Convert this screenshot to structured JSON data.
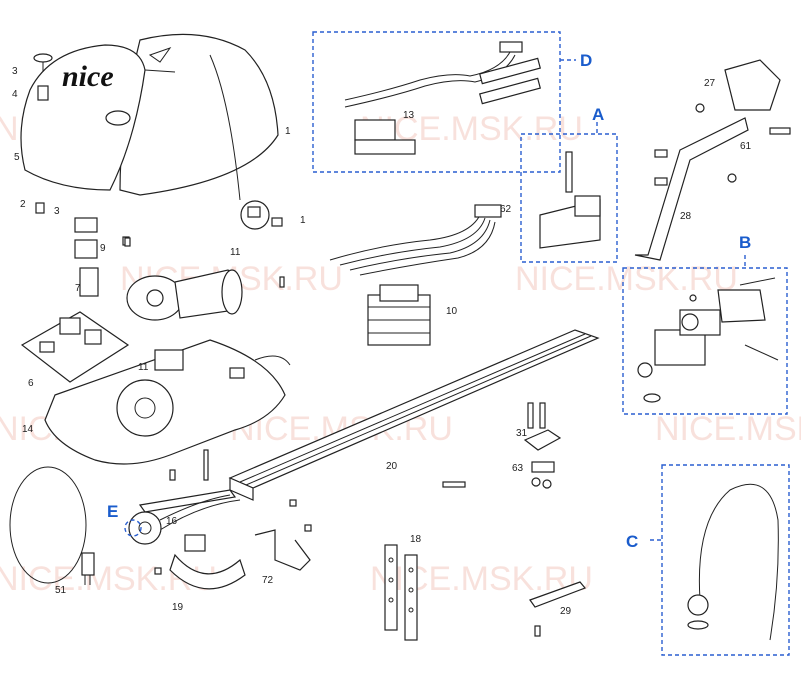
{
  "watermark": "NICE.MSK.RU",
  "logo_text": "nice",
  "group_labels": {
    "A": "A",
    "B": "B",
    "C": "C",
    "D": "D",
    "E": "E"
  },
  "part_labels": {
    "p1a": "1",
    "p1b": "1",
    "p2": "2",
    "p3a": "3",
    "p3b": "3",
    "p4": "4",
    "p5": "5",
    "p6": "6",
    "p7": "7",
    "p9": "9",
    "p10": "10",
    "p11a": "11",
    "p11b": "11",
    "p13": "13",
    "p14": "14",
    "p16": "16",
    "p18": "18",
    "p19": "19",
    "p20": "20",
    "p27": "27",
    "p28": "28",
    "p29": "29",
    "p31": "31",
    "p51": "51",
    "p61": "61",
    "p62": "62",
    "p63": "63",
    "p72": "72"
  }
}
